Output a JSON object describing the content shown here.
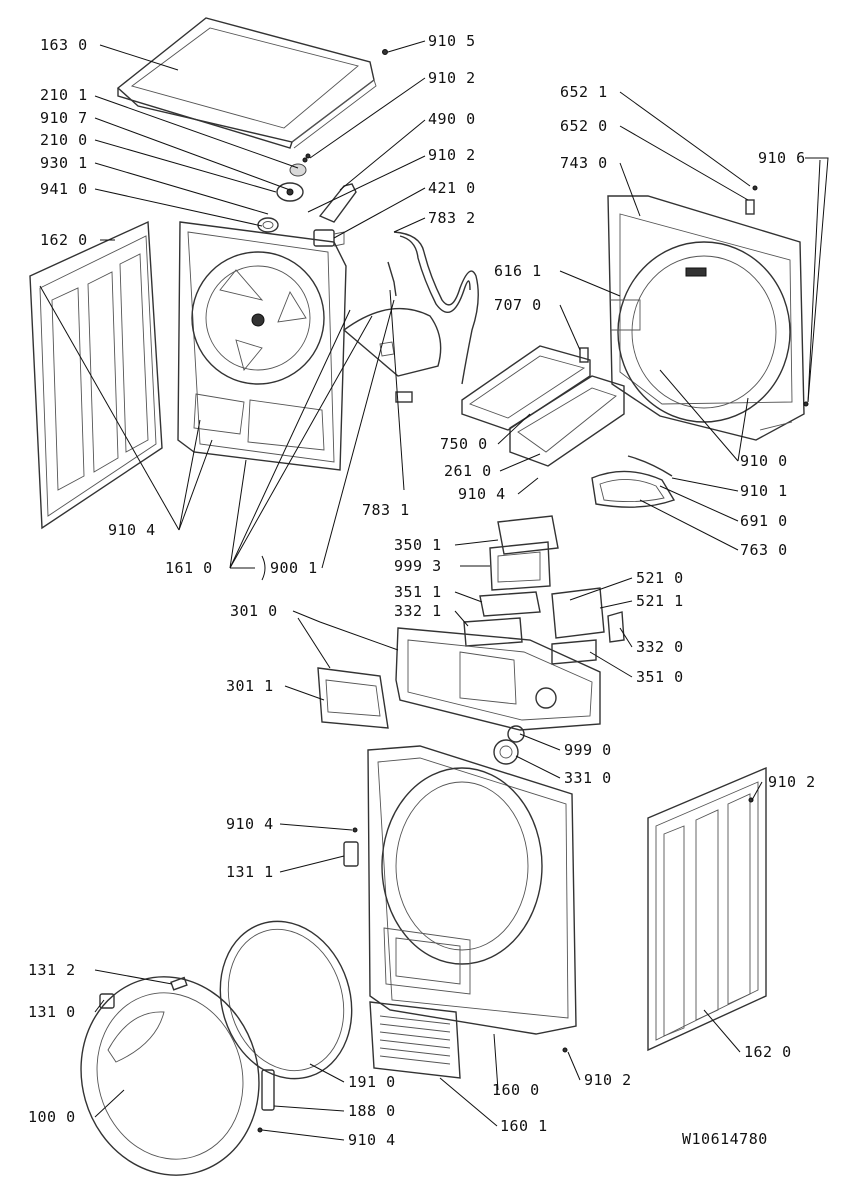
{
  "doc_id": "W10614780",
  "labels": {
    "l1630": "163 0",
    "l9105": "910 5",
    "l2101": "210 1",
    "l9102a": "910 2",
    "l9107": "910 7",
    "l4900": "490 0",
    "l2100": "210 0",
    "l9102b": "910 2",
    "l9301": "930 1",
    "l4210": "421 0",
    "l9410": "941 0",
    "l7832": "783 2",
    "l1620a": "162 0",
    "l6521": "652 1",
    "l6520": "652 0",
    "l7430": "743 0",
    "l9106": "910 6",
    "l6161": "616 1",
    "l7070": "707 0",
    "l7500": "750 0",
    "l2610": "261 0",
    "l9104a": "910 4",
    "l9100": "910 0",
    "l9101": "910 1",
    "l6910": "691 0",
    "l7630": "763 0",
    "l7831": "783 1",
    "l9104b": "910 4",
    "l1610": "161 0",
    "l9001": "900 1",
    "l3501": "350 1",
    "l9993": "999 3",
    "l3511": "351 1",
    "l3321": "332 1",
    "l5210": "521 0",
    "l5211": "521 1",
    "l3320": "332 0",
    "l3510": "351 0",
    "l3010": "301 0",
    "l3011": "301 1",
    "l9990": "999 0",
    "l3310": "331 0",
    "l9102c": "910 2",
    "l9104c": "910 4",
    "l1311": "131 1",
    "l1312": "131 2",
    "l1310": "131 0",
    "l1000": "100 0",
    "l1910": "191 0",
    "l1880": "188 0",
    "l9104d": "910 4",
    "l1600": "160 0",
    "l9102d": "910 2",
    "l1601": "160 1",
    "l1620b": "162 0"
  }
}
